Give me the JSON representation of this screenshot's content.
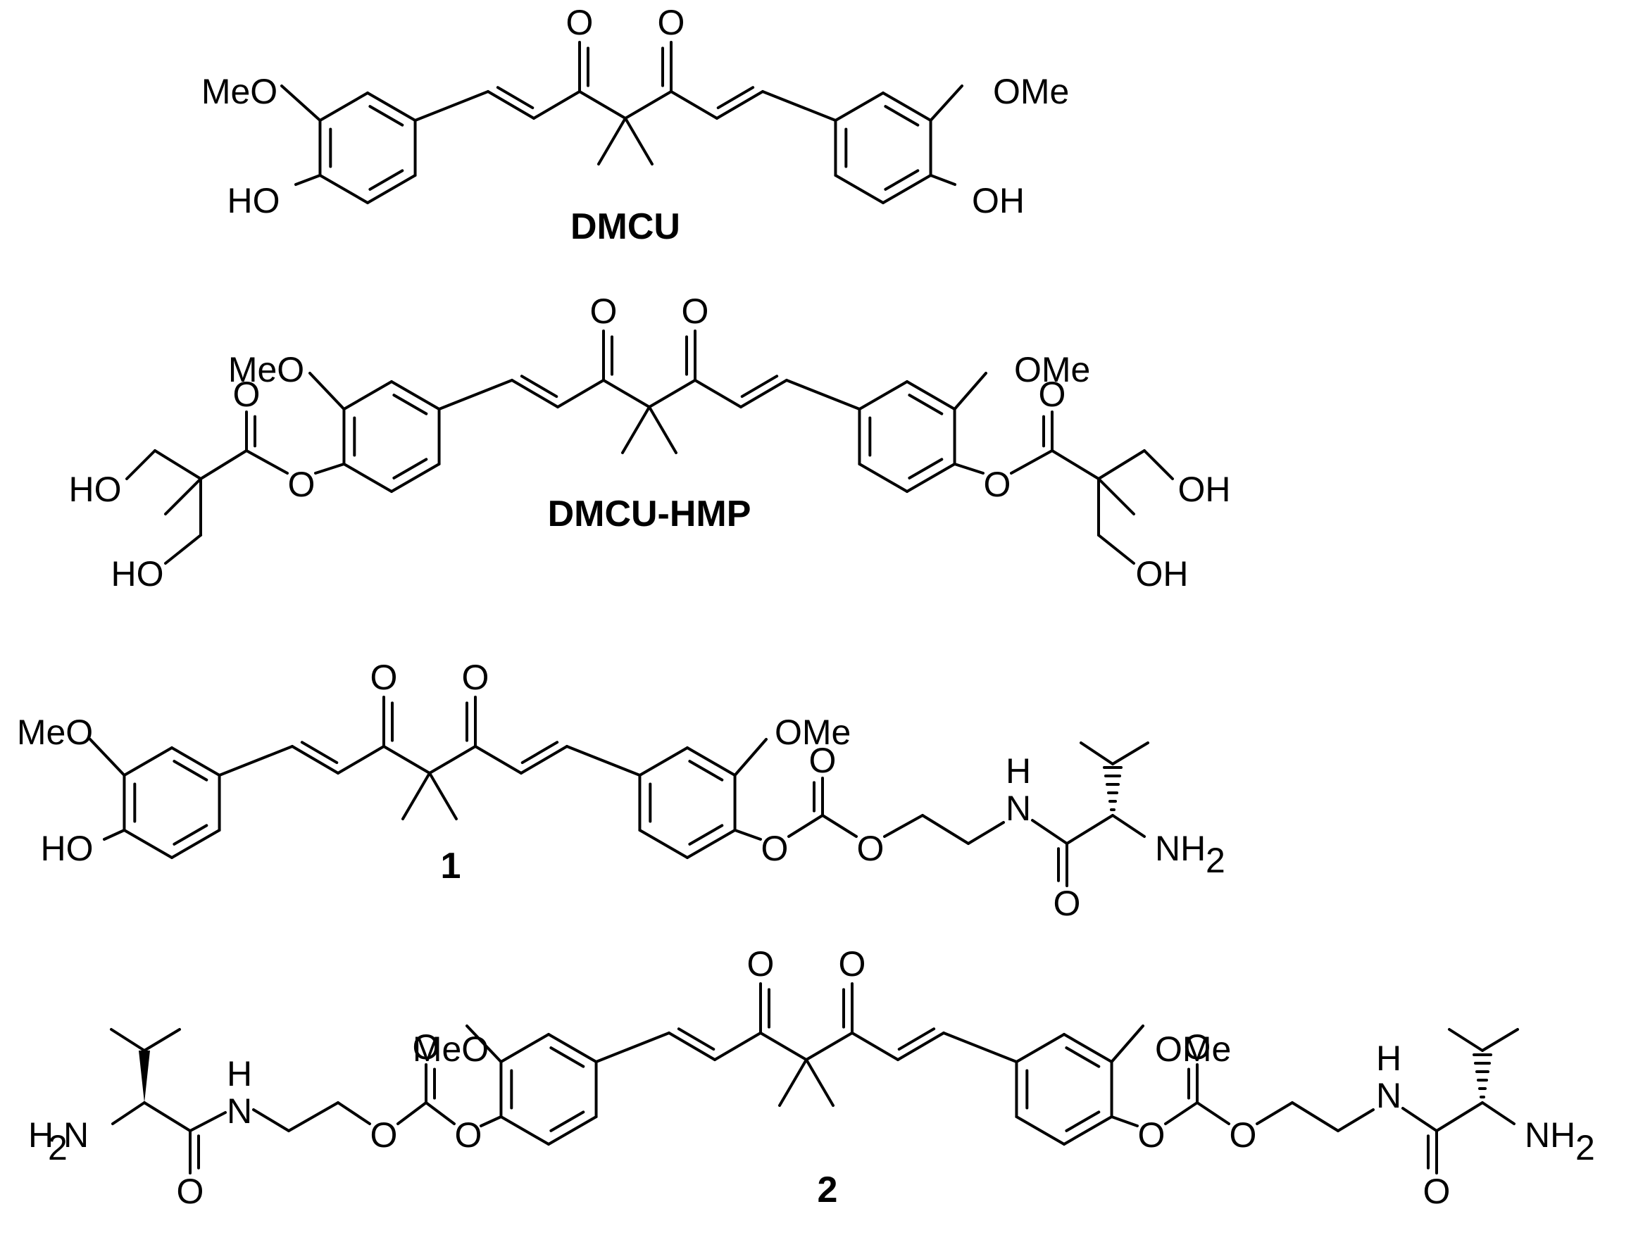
{
  "compounds": [
    {
      "id": "dmcu",
      "label": "DMCU"
    },
    {
      "id": "dmcu-hmp",
      "label": "DMCU-HMP"
    },
    {
      "id": "compound-1",
      "label": "1"
    },
    {
      "id": "compound-2",
      "label": "2"
    }
  ],
  "atoms": {
    "MeO": "MeO",
    "OMe": "OMe",
    "HO": "HO",
    "OH": "OH",
    "O": "O",
    "N": "N",
    "H": "H",
    "NH": "NH",
    "H2N": "H",
    "sub2": "2",
    "N_label": "N"
  }
}
